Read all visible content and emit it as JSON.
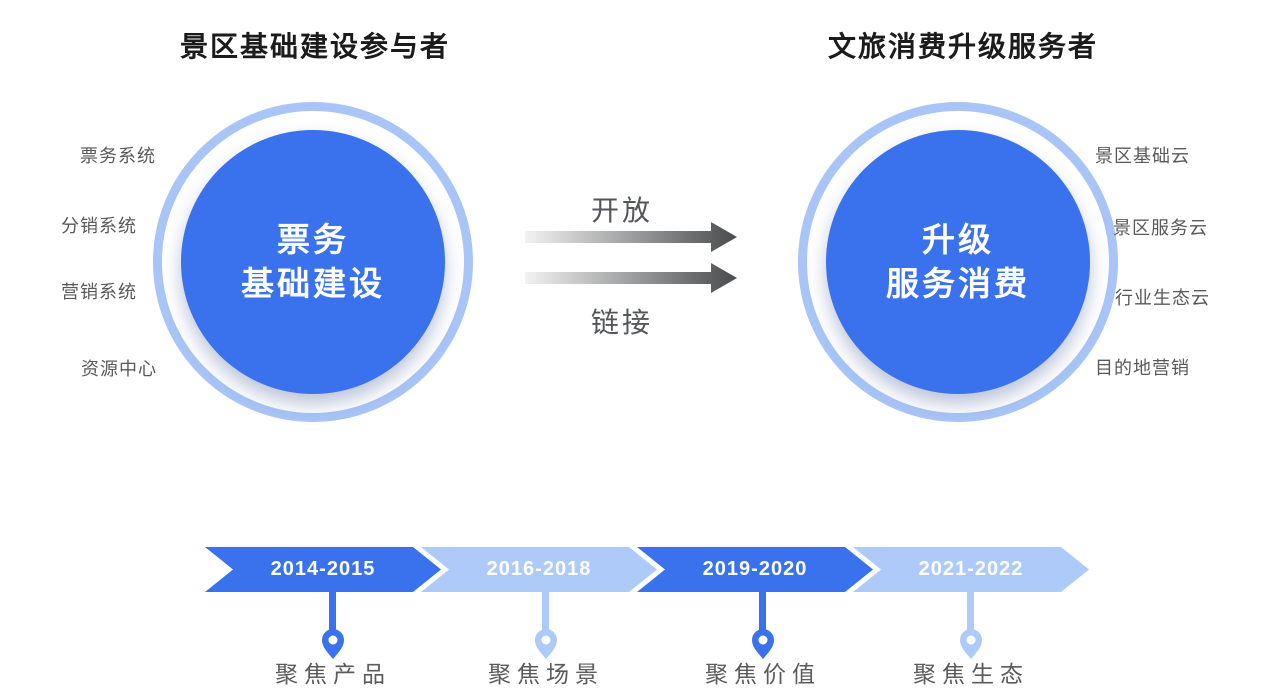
{
  "left_group": {
    "title": "景区基础建设参与者",
    "circle": {
      "line1": "票务",
      "line2": "基础建设"
    },
    "labels": [
      "票务系统",
      "分销系统",
      "营销系统",
      "资源中心"
    ]
  },
  "right_group": {
    "title": "文旅消费升级服务者",
    "circle": {
      "line1": "升级",
      "line2": "服务消费"
    },
    "labels": [
      "景区基础云",
      "景区服务云",
      "行业生态云",
      "目的地营销"
    ]
  },
  "connector": {
    "top_label": "开放",
    "bottom_label": "链接"
  },
  "timeline": {
    "segments": [
      {
        "period": "2014-2015",
        "focus": "聚焦产品",
        "tone": "dark"
      },
      {
        "period": "2016-2018",
        "focus": "聚焦场景",
        "tone": "light"
      },
      {
        "period": "2019-2020",
        "focus": "聚焦价值",
        "tone": "dark"
      },
      {
        "period": "2021-2022",
        "focus": "聚焦生态",
        "tone": "light"
      }
    ]
  },
  "colors": {
    "primary_blue": "#3a72ee",
    "light_blue": "#aecaf8",
    "ring_blue": "#a9c5f7",
    "arrow_gradient_start": "#f2f2f2",
    "arrow_gradient_end": "#4a4b4d",
    "title_text": "#1b1b1b",
    "gray_text": "#595959"
  }
}
